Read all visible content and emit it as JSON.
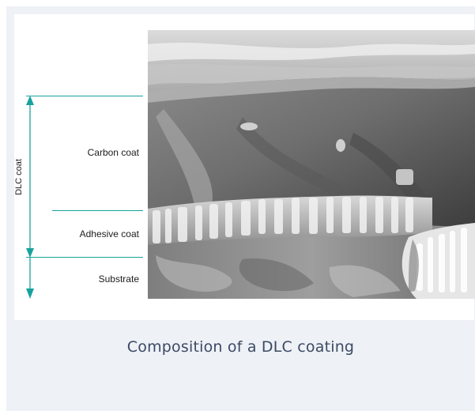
{
  "caption": "Composition of a DLC coating",
  "labels": {
    "carbon_coat": "Carbon coat",
    "adhesive_coat": "Adhesive coat",
    "substrate": "Substrate",
    "dlc_coat": "DLC coat"
  },
  "colors": {
    "accent": "#19a29d",
    "caption_text": "#3b4a63",
    "panel_background": "#eef1f6"
  }
}
